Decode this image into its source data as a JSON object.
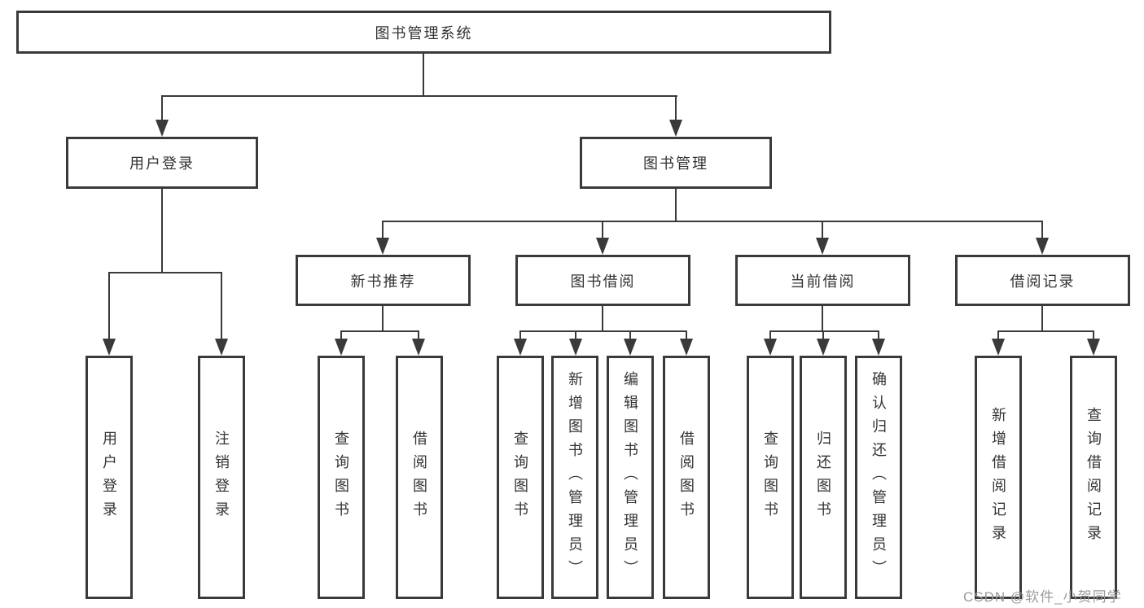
{
  "diagram": {
    "root": {
      "label": "图书管理系统"
    },
    "level2": [
      {
        "label": "用户登录"
      },
      {
        "label": "图书管理"
      }
    ],
    "level3": [
      {
        "label": "新书推荐"
      },
      {
        "label": "图书借阅"
      },
      {
        "label": "当前借阅"
      },
      {
        "label": "借阅记录"
      }
    ],
    "leaves": [
      {
        "label": "用户登录"
      },
      {
        "label": "注销登录"
      },
      {
        "label": "查询图书"
      },
      {
        "label": "借阅图书"
      },
      {
        "label": "查询图书"
      },
      {
        "label": "新增图书（管理员）"
      },
      {
        "label": "编辑图书（管理员）"
      },
      {
        "label": "借阅图书"
      },
      {
        "label": "查询图书"
      },
      {
        "label": "归还图书"
      },
      {
        "label": "确认归还（管理员）"
      },
      {
        "label": "新增借阅记录"
      },
      {
        "label": "查询借阅记录"
      }
    ]
  },
  "watermark": {
    "text": "CSDN @软件_小贺同学"
  },
  "colors": {
    "line": "#3a3a3a",
    "text": "#333333",
    "watermark": "#9b9b9b",
    "background": "#ffffff"
  }
}
